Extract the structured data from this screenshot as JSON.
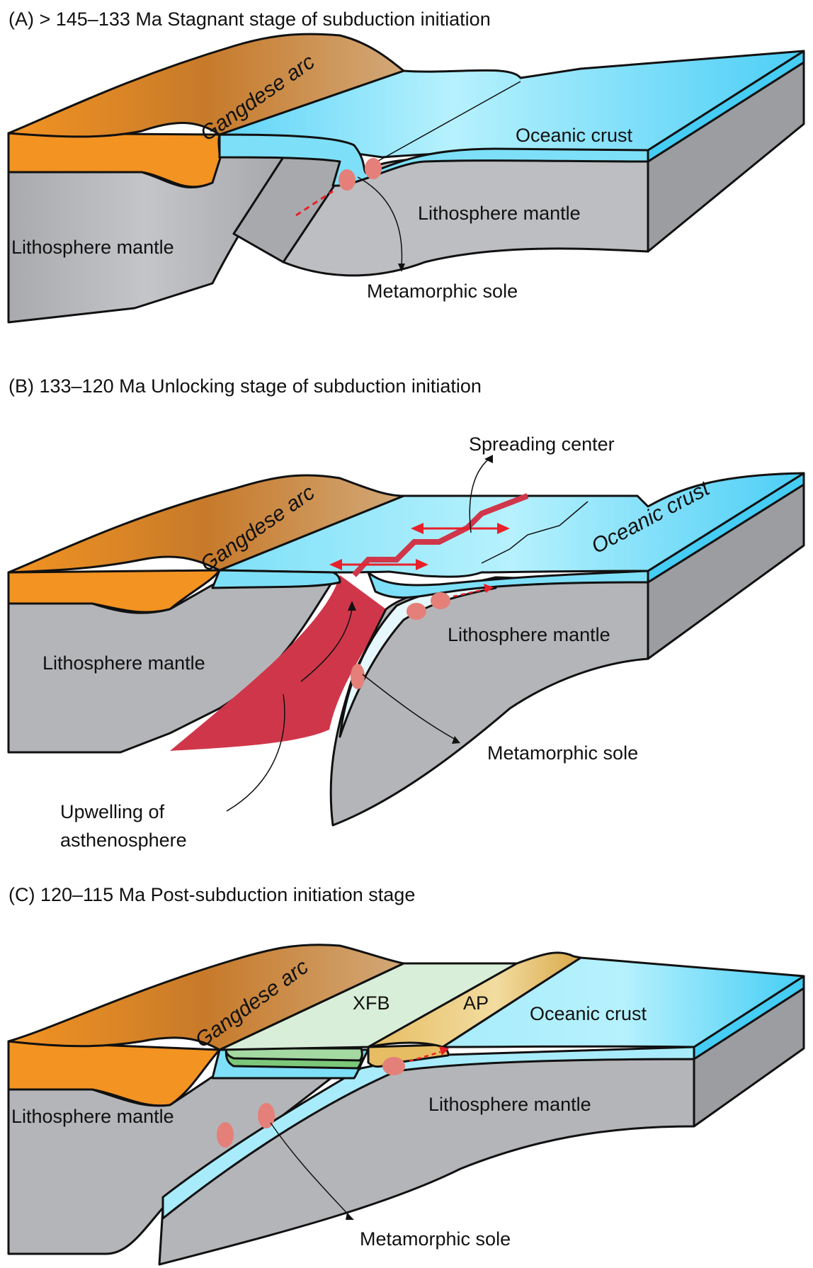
{
  "figure": {
    "panels": [
      {
        "id": "A",
        "title": "(A) > 145–133 Ma Stagnant stage of subduction initiation",
        "labels": {
          "arc": "Gangdese arc",
          "oceanic_crust": "Oceanic crust",
          "mantle_left": "Lithosphere mantle",
          "mantle_right": "Lithosphere mantle",
          "sole": "Metamorphic sole"
        }
      },
      {
        "id": "B",
        "title": "(B) 133–120 Ma Unlocking stage of subduction initiation",
        "labels": {
          "arc": "Gangdese arc",
          "oceanic_crust": "Oceanic crust",
          "mantle_left": "Lithosphere mantle",
          "mantle_right": "Lithosphere mantle",
          "sole": "Metamorphic sole",
          "spreading": "Spreading center",
          "upwelling_1": "Upwelling of",
          "upwelling_2": "asthenosphere"
        }
      },
      {
        "id": "C",
        "title": "(C) 120–115 Ma Post-subduction initiation stage",
        "labels": {
          "arc": "Gangdese arc",
          "xfb": "XFB",
          "ap": "AP",
          "oceanic_crust": "Oceanic crust",
          "mantle_left": "Lithosphere mantle",
          "mantle_right": "Lithosphere mantle",
          "sole": "Metamorphic sole"
        }
      }
    ],
    "colors": {
      "arc_orange": "#f39322",
      "arc_top": "#c99a62",
      "ocean_light": "#a8ecfb",
      "ocean_side": "#45cdf5",
      "mantle_gray": "#b5b6b9",
      "mantle_dark": "#8f9094",
      "asthenosphere_red": "#d0364a",
      "sole_pink": "#e48079",
      "arrow_red": "#e8202a",
      "xfb_green": "#d9eed8",
      "xfb_layers": "#7cc87a",
      "ap_yellow": "#e6bd62"
    }
  }
}
